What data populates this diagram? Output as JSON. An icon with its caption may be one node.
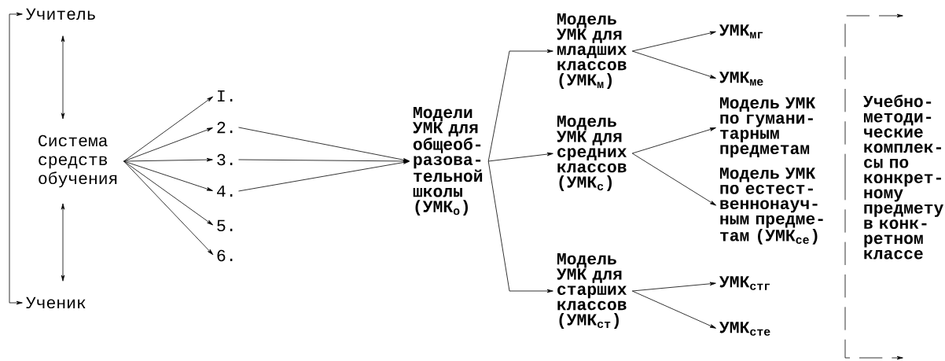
{
  "diagram": {
    "nodes": [
      {
        "text": [
          "Учитель"
        ]
      },
      {
        "text": [
          "Система средств обучения"
        ]
      },
      {
        "text": [
          "Ученик"
        ]
      },
      {
        "text": [
          "I."
        ]
      },
      {
        "text": [
          "2."
        ]
      },
      {
        "text": [
          "3."
        ]
      },
      {
        "text": [
          "4."
        ]
      },
      {
        "text": [
          "5."
        ]
      },
      {
        "text": [
          "6."
        ]
      },
      {
        "text": [
          "Модели УМК для общеоб- разова- тельной школы (УМК$_{о}$)"
        ]
      },
      {
        "text": [
          "Модель УМК для младших классов (УМК$_{м}$)"
        ]
      },
      {
        "text": [
          "Модель УМК для средних классов (УМК$_{с}$)"
        ]
      },
      {
        "text": [
          "Модель УМК для старших классов (УМК$_{ст}$)"
        ]
      },
      {
        "text": [
          "УМК$_{мг}$"
        ]
      },
      {
        "text": [
          "УМК$_{ме}$"
        ]
      },
      {
        "text": [
          "Модель УМК по гумани- тарным предметам"
        ]
      },
      {
        "text": [
          "Модель УМК по естест- веннонауч- ным предме- там (УМК$_{се}$)"
        ]
      },
      {
        "text": [
          "УМК$_{стг}$"
        ]
      },
      {
        "text": [
          "УМК$_{сте}$"
        ]
      },
      {
        "text": [
          "Учебно- методи- ческие комплек- сы по конкрет- ному предмету в конк- ретном классе"
        ]
      }
    ],
    "edges": [
      {
        "from": 0,
        "to": 2,
        "arrow": "both"
      },
      {
        "from": 0,
        "to": 1,
        "arrow": "both"
      },
      {
        "from": 1,
        "to": 2,
        "arrow": "both"
      },
      {
        "from": 1,
        "to": 3,
        "arrow": "to"
      },
      {
        "from": 1,
        "to": 4,
        "arrow": "to"
      },
      {
        "from": 1,
        "to": 5,
        "arrow": "to"
      },
      {
        "from": 1,
        "to": 6,
        "arrow": "to"
      },
      {
        "from": 1,
        "to": 7,
        "arrow": "to"
      },
      {
        "from": 1,
        "to": 8,
        "arrow": "to"
      },
      {
        "from": 4,
        "to": 9,
        "arrow": "to"
      },
      {
        "from": 5,
        "to": 9,
        "arrow": "to"
      },
      {
        "from": 6,
        "to": 9,
        "arrow": "to"
      },
      {
        "from": 9,
        "to": 10,
        "arrow": "to"
      },
      {
        "from": 9,
        "to": 11,
        "arrow": "to"
      },
      {
        "from": 9,
        "to": 12,
        "arrow": "to"
      },
      {
        "from": 10,
        "to": 13,
        "arrow": "to"
      },
      {
        "from": 10,
        "to": 14,
        "arrow": "to"
      },
      {
        "from": 11,
        "to": 15,
        "arrow": "to"
      },
      {
        "from": 11,
        "to": 16,
        "arrow": "to"
      },
      {
        "from": 12,
        "to": 17,
        "arrow": "to"
      },
      {
        "from": 12,
        "to": 18,
        "arrow": "to"
      },
      {
        "from": 19,
        "to": null,
        "arrow": "to",
        "style": "dashed"
      },
      {
        "from": 19,
        "to": null,
        "arrow": "to",
        "style": "dashed"
      }
    ]
  }
}
